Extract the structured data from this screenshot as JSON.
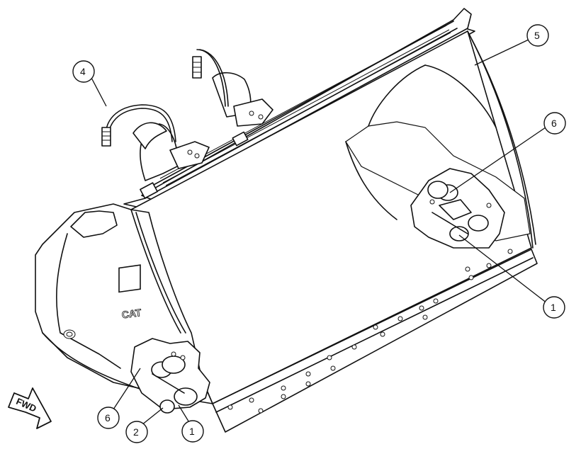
{
  "callouts": [
    {
      "label": "1"
    },
    {
      "label": "1"
    },
    {
      "label": "2"
    },
    {
      "label": "4"
    },
    {
      "label": "5"
    },
    {
      "label": "6"
    },
    {
      "label": "6"
    }
  ],
  "direction_arrow": {
    "label": "FWD"
  },
  "logo": {
    "label": "CAT"
  },
  "colors": {
    "line": "#111111",
    "background": "#ffffff"
  }
}
